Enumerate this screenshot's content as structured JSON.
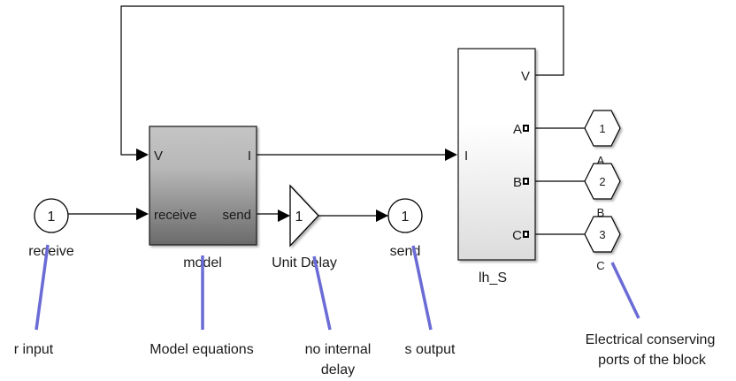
{
  "diagram": {
    "blocks": {
      "receive_inport": {
        "number": "1",
        "name": "receive"
      },
      "model": {
        "name": "model",
        "ports": {
          "in_v": "V",
          "in_receive": "receive",
          "out_i": "I",
          "out_send": "send"
        }
      },
      "unit_delay": {
        "value": "1",
        "name": "Unit Delay"
      },
      "send_outport": {
        "number": "1",
        "name": "send"
      },
      "lh_s": {
        "name": "lh_S",
        "ports": {
          "in_i": "I",
          "out_v": "V",
          "a": "A",
          "b": "B",
          "c": "C"
        }
      },
      "conn_ports": [
        {
          "number": "1",
          "name": "A"
        },
        {
          "number": "2",
          "name": "B"
        },
        {
          "number": "3",
          "name": "C"
        }
      ]
    },
    "annotations": {
      "input": "r input",
      "model": "Model equations",
      "delay_line1": "no internal",
      "delay_line2": "delay",
      "output": "s output",
      "ports_line1": "Electrical conserving",
      "ports_line2": "ports of the block"
    },
    "colors": {
      "annotation_line": "#6b6bd6",
      "model_top": "#c4c4c4",
      "model_bottom": "#6e6e6e",
      "lh_top": "#ffffff",
      "lh_bottom": "#e0e0e0"
    }
  }
}
